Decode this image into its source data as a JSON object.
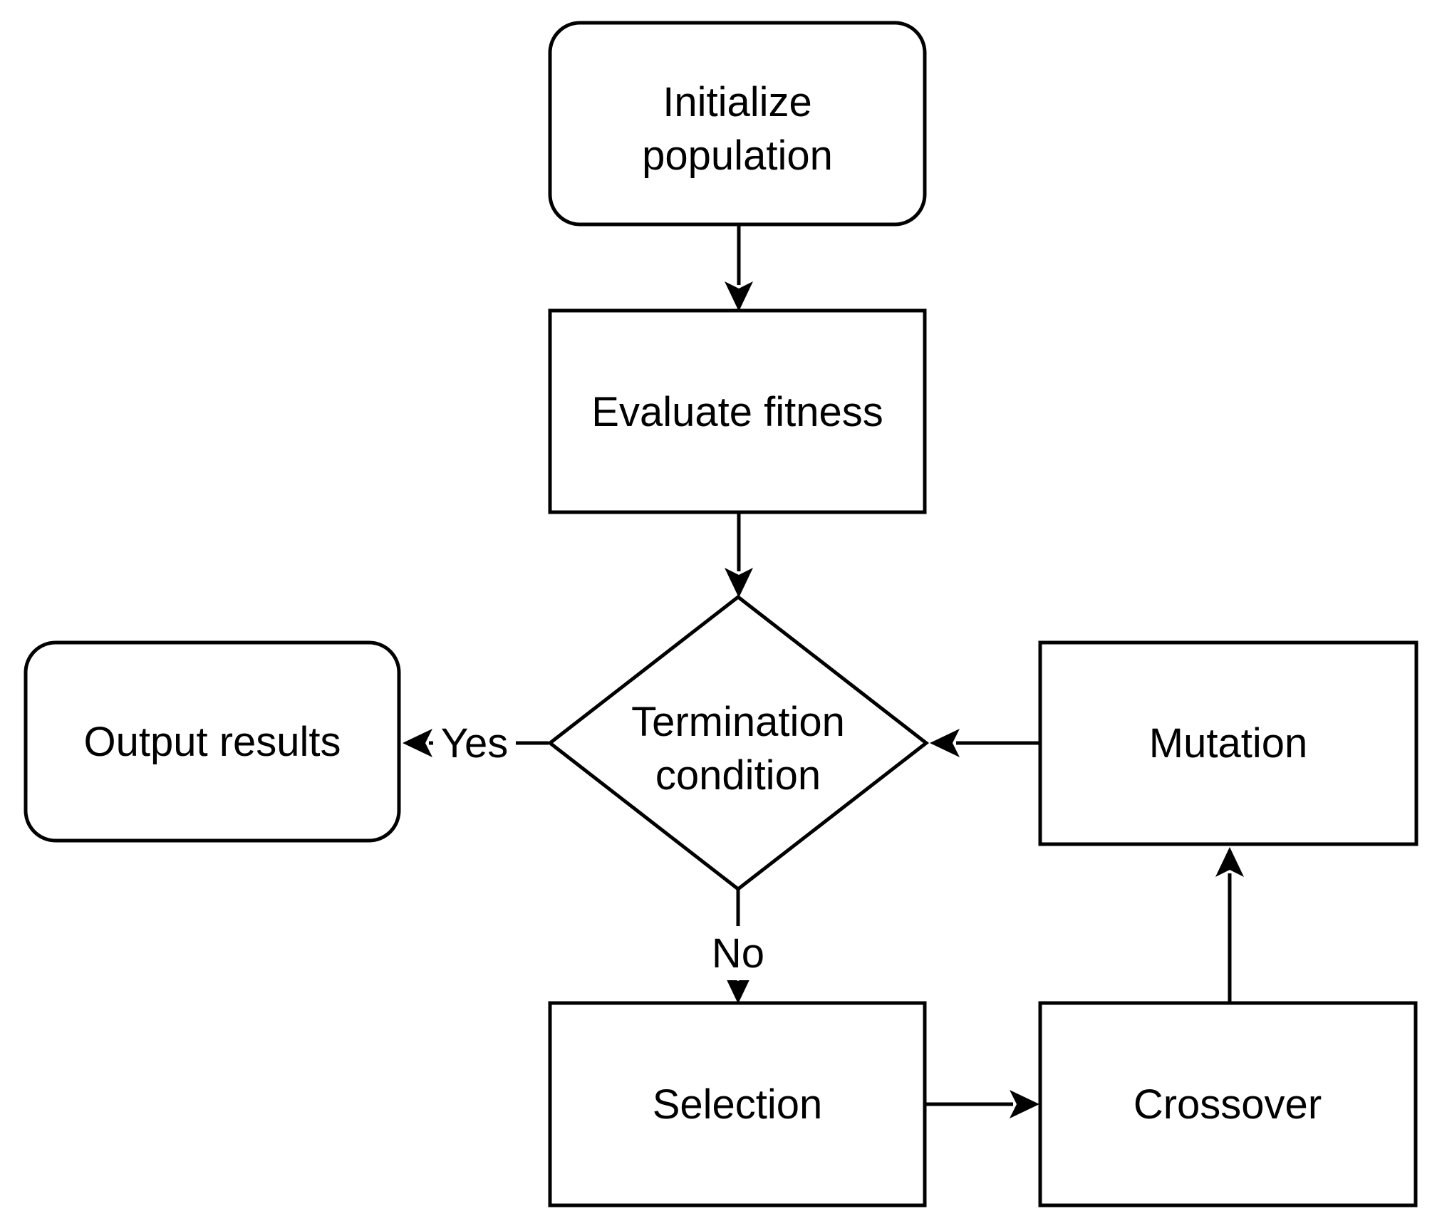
{
  "diagram": {
    "background": "#ffffff",
    "stroke_color": "#000000",
    "text_color": "#000000",
    "nodes": {
      "initialize": {
        "shape": "rounded-rectangle",
        "line1": "Initialize",
        "line2": "population"
      },
      "evaluate": {
        "shape": "rectangle",
        "label": "Evaluate fitness"
      },
      "termination": {
        "shape": "diamond",
        "line1": "Termination",
        "line2": "condition"
      },
      "output": {
        "shape": "rounded-rectangle",
        "label": "Output results"
      },
      "mutation": {
        "shape": "rectangle",
        "label": "Mutation"
      },
      "selection": {
        "shape": "rectangle",
        "label": "Selection"
      },
      "crossover": {
        "shape": "rectangle",
        "label": "Crossover"
      }
    },
    "edge_labels": {
      "yes": "Yes",
      "no": "No"
    }
  }
}
